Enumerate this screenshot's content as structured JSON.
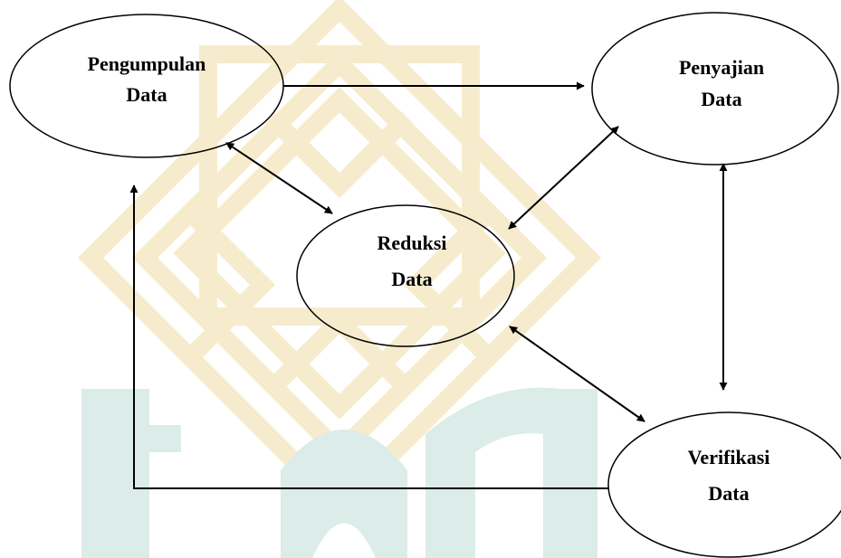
{
  "diagram": {
    "nodes": {
      "pengumpulan": {
        "line1": "Pengumpulan",
        "line2": "Data"
      },
      "penyajian": {
        "line1": "Penyajian",
        "line2": "Data"
      },
      "reduksi": {
        "line1": "Reduksi",
        "line2": "Data"
      },
      "verifikasi": {
        "line1": "Verifikasi",
        "line2": "Data"
      }
    },
    "edges": [
      {
        "from": "Pengumpulan Data",
        "to": "Penyajian Data",
        "direction": "one-way"
      },
      {
        "from": "Pengumpulan Data",
        "to": "Reduksi Data",
        "direction": "two-way"
      },
      {
        "from": "Penyajian Data",
        "to": "Reduksi Data",
        "direction": "two-way"
      },
      {
        "from": "Penyajian Data",
        "to": "Verifikasi Data",
        "direction": "two-way"
      },
      {
        "from": "Reduksi Data",
        "to": "Verifikasi Data",
        "direction": "two-way"
      },
      {
        "from": "Verifikasi Data",
        "to": "Pengumpulan Data",
        "direction": "one-way"
      }
    ]
  },
  "colors": {
    "stroke": "#000000",
    "background": "#ffffff",
    "watermark_yellow": "#f6eccd",
    "watermark_green": "#dcece8"
  },
  "watermark": {
    "icon": "university-logo-watermark"
  }
}
